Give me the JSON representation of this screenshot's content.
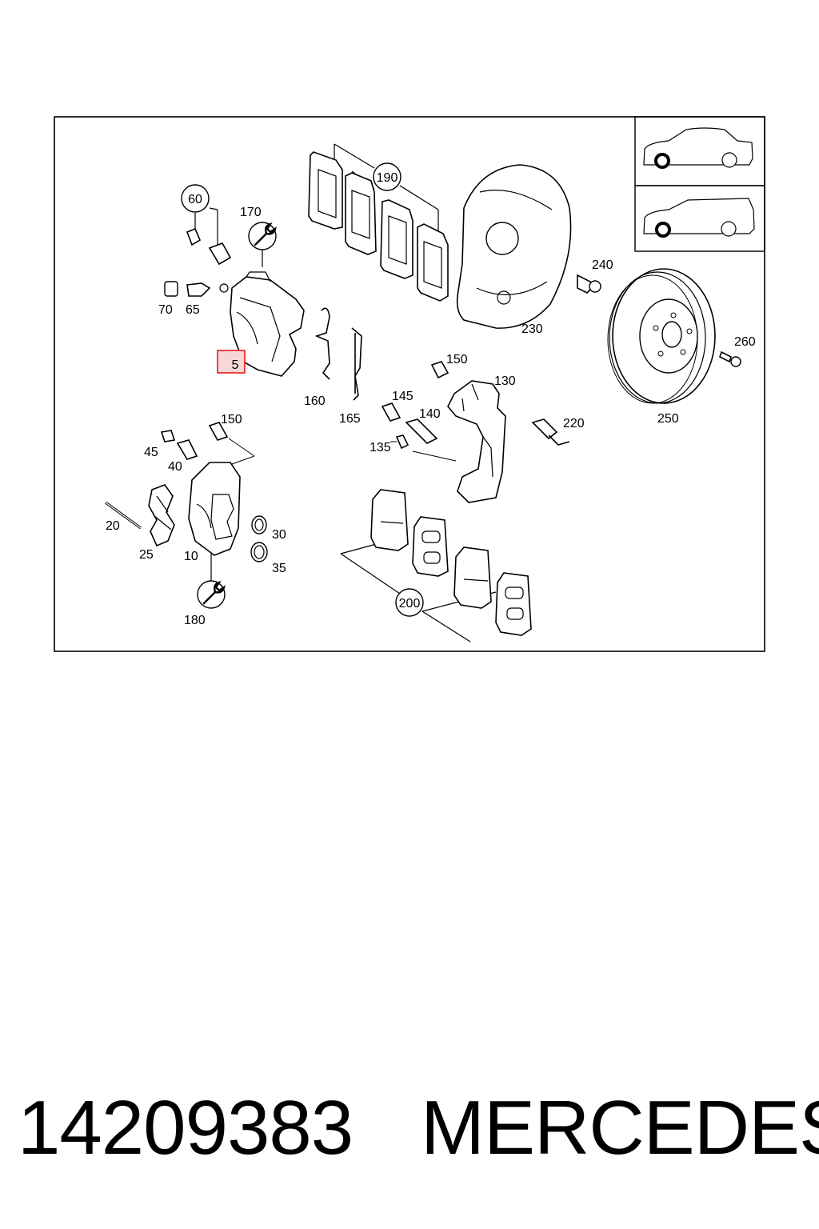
{
  "diagram": {
    "highlighted_label": "5",
    "labels": {
      "p5": "5",
      "p10": "10",
      "p20": "20",
      "p25": "25",
      "p30": "30",
      "p35": "35",
      "p40": "40",
      "p45": "45",
      "p60": "60",
      "p65": "65",
      "p70": "70",
      "p130": "130",
      "p135": "135",
      "p140": "140",
      "p145": "145",
      "p150a": "150",
      "p150b": "150",
      "p160": "160",
      "p165": "165",
      "p170": "170",
      "p180": "180",
      "p190": "190",
      "p200": "200",
      "p220": "220",
      "p230": "230",
      "p240": "240",
      "p250": "250",
      "p260": "260"
    },
    "vehicle_icons": [
      "sedan-icon",
      "estate-icon"
    ],
    "colors": {
      "highlight_border": "#e02020",
      "highlight_fill": "#f6d6d6",
      "line": "#000000"
    }
  },
  "footer": {
    "part_number": "14209383",
    "brand": "MERCEDES"
  }
}
